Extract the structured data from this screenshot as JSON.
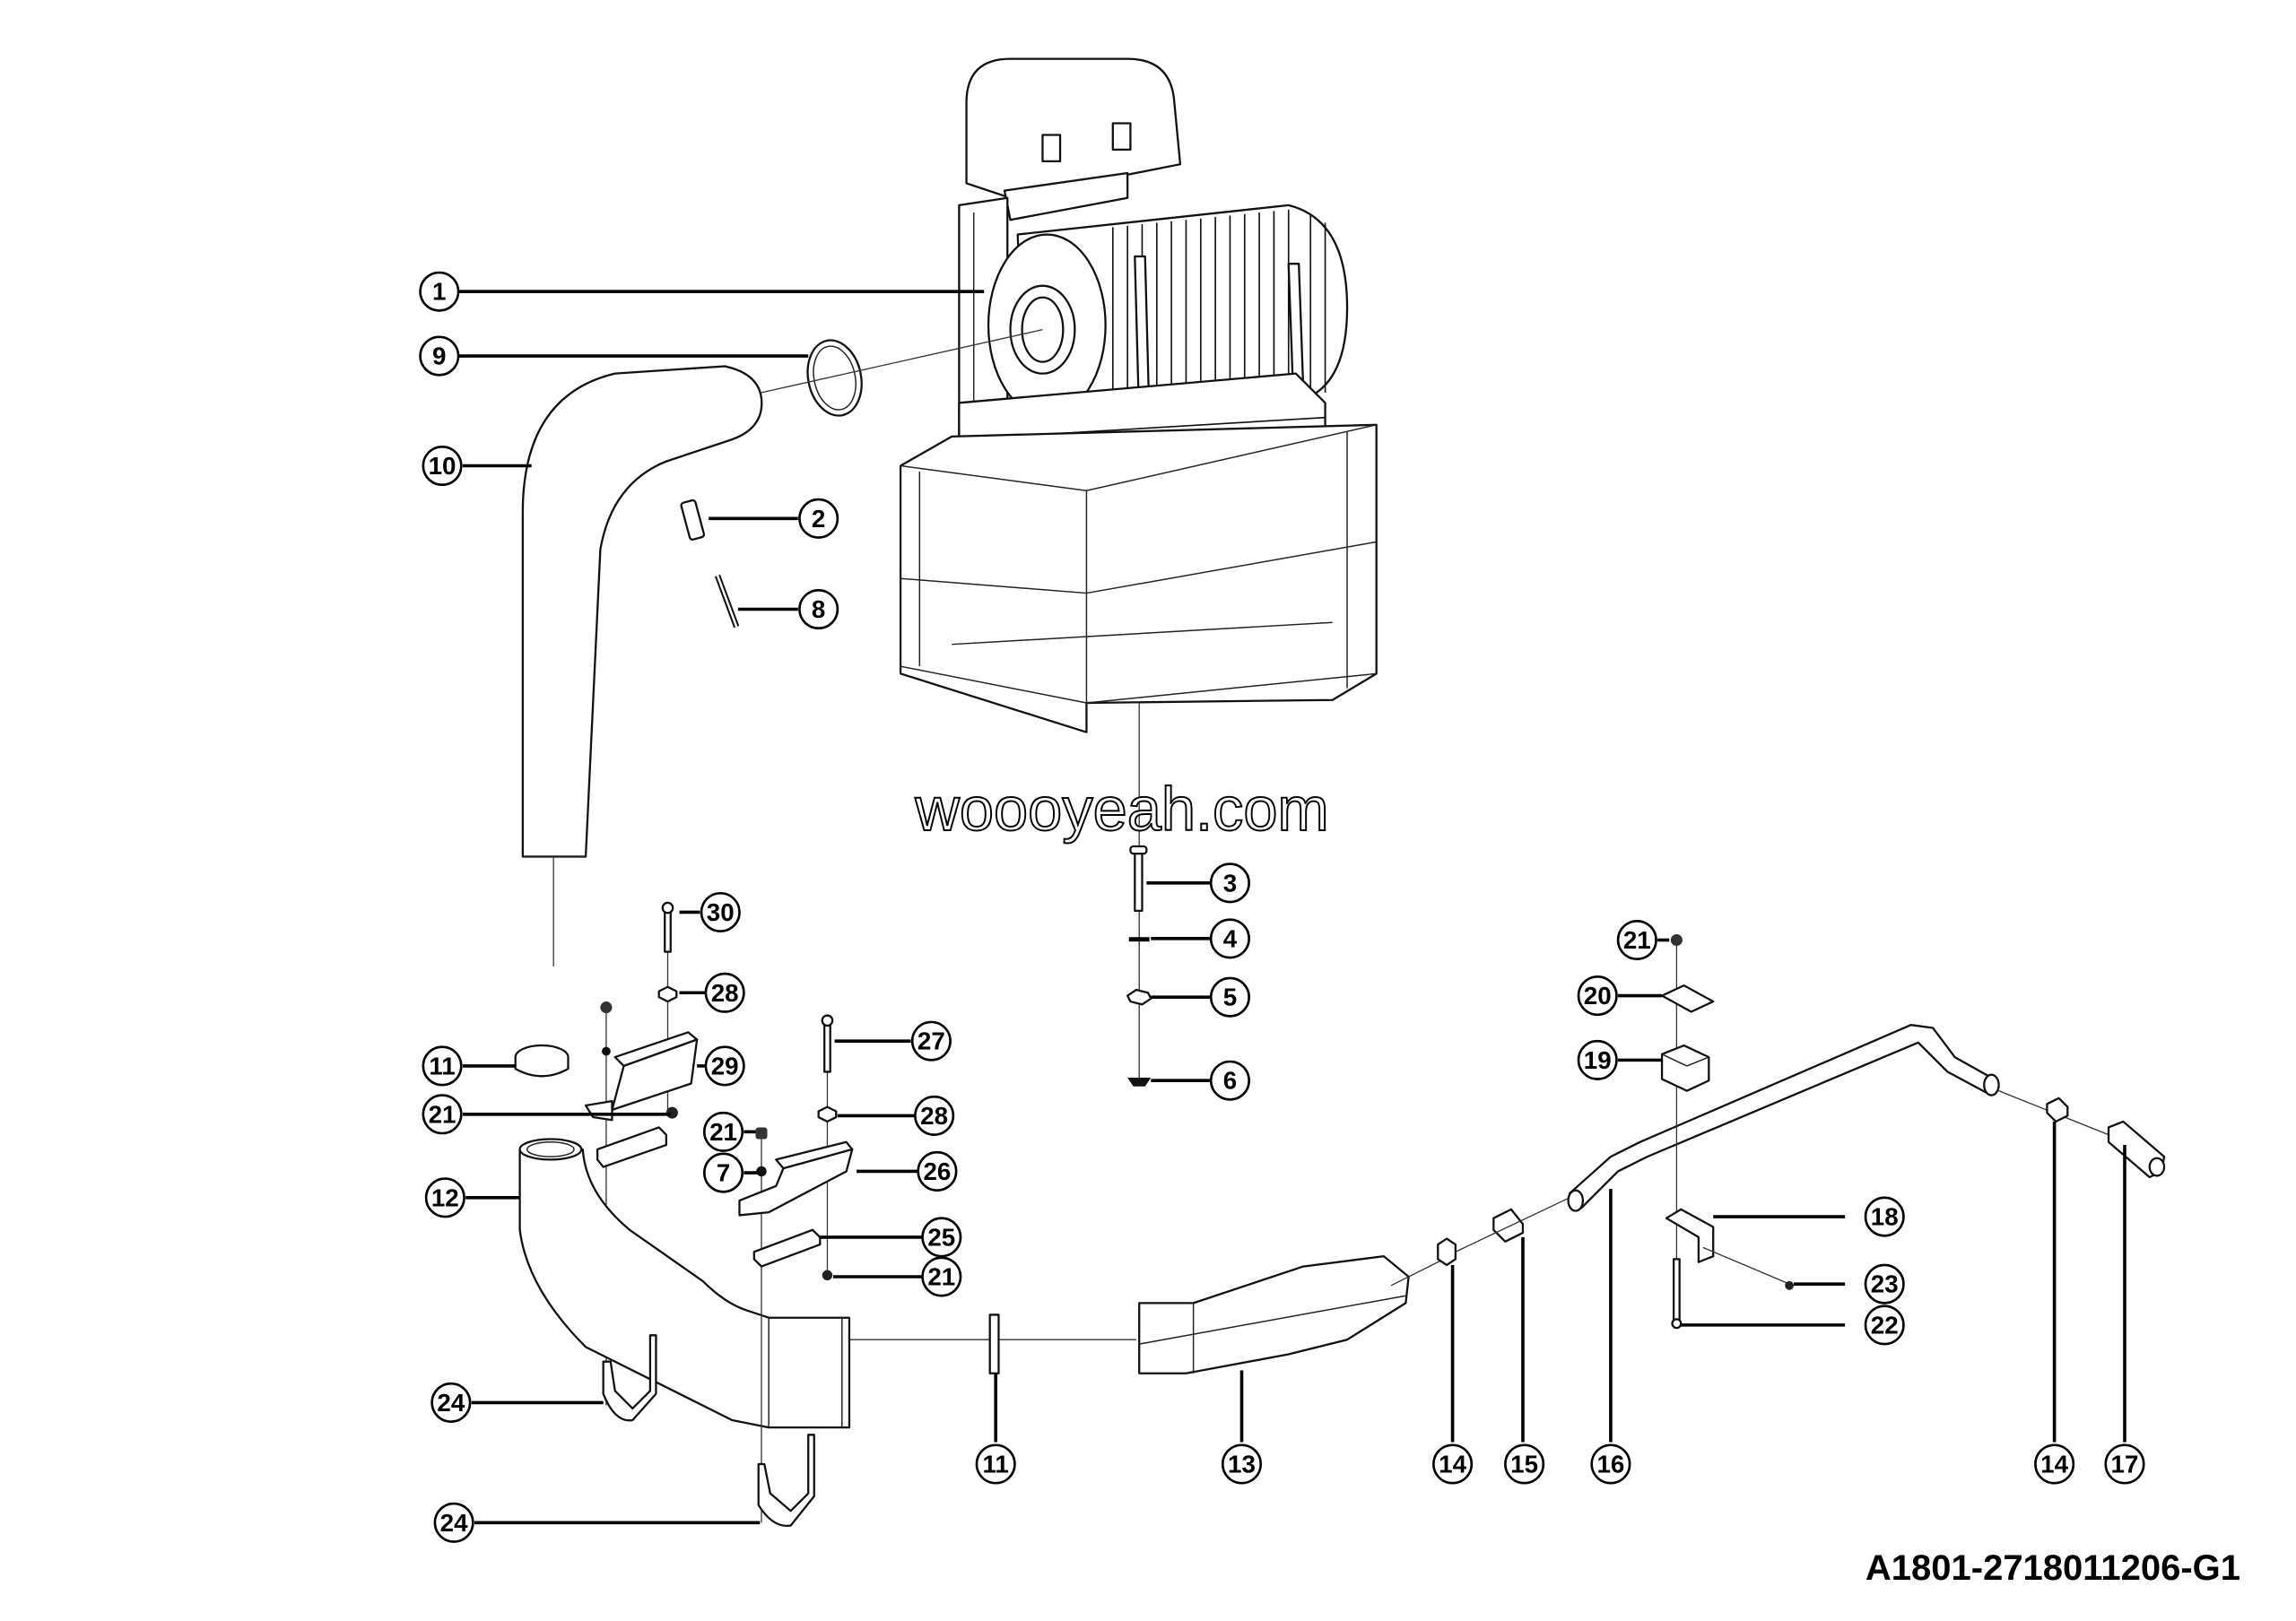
{
  "diagram": {
    "title": "Air intake system exploded parts diagram",
    "drawing_number": "A1801-2718011206-G1",
    "watermark": "woooyeah.com",
    "callouts": [
      {
        "id": "c1",
        "label": "1",
        "part": "air-filter-assembly"
      },
      {
        "id": "c9",
        "label": "9",
        "part": "clamp-ring"
      },
      {
        "id": "c10",
        "label": "10",
        "part": "intake-hose-elbow"
      },
      {
        "id": "c2",
        "label": "2",
        "part": "sensor-fitting"
      },
      {
        "id": "c8",
        "label": "8",
        "part": "pin"
      },
      {
        "id": "c3",
        "label": "3",
        "part": "bolt"
      },
      {
        "id": "c4",
        "label": "4",
        "part": "washer"
      },
      {
        "id": "c5",
        "label": "5",
        "part": "spring-washer"
      },
      {
        "id": "c6",
        "label": "6",
        "part": "nut"
      },
      {
        "id": "c30",
        "label": "30",
        "part": "bolt"
      },
      {
        "id": "c28a",
        "label": "28",
        "part": "washer"
      },
      {
        "id": "c29",
        "label": "29",
        "part": "bracket"
      },
      {
        "id": "c11a",
        "label": "11",
        "part": "hose-clamp"
      },
      {
        "id": "c21a",
        "label": "21",
        "part": "nut"
      },
      {
        "id": "c12",
        "label": "12",
        "part": "intake-pipe"
      },
      {
        "id": "c27",
        "label": "27",
        "part": "bolt"
      },
      {
        "id": "c28b",
        "label": "28",
        "part": "washer"
      },
      {
        "id": "c21b",
        "label": "21",
        "part": "nut"
      },
      {
        "id": "c7",
        "label": "7",
        "part": "washer"
      },
      {
        "id": "c26",
        "label": "26",
        "part": "bracket"
      },
      {
        "id": "c25",
        "label": "25",
        "part": "clamp-plate"
      },
      {
        "id": "c21c",
        "label": "21",
        "part": "nut"
      },
      {
        "id": "c24a",
        "label": "24",
        "part": "u-bolt"
      },
      {
        "id": "c24b",
        "label": "24",
        "part": "u-bolt"
      },
      {
        "id": "c11b",
        "label": "11",
        "part": "hose-clamp"
      },
      {
        "id": "c13",
        "label": "13",
        "part": "rubber-hose"
      },
      {
        "id": "c14a",
        "label": "14",
        "part": "nut"
      },
      {
        "id": "c15",
        "label": "15",
        "part": "fitting"
      },
      {
        "id": "c16",
        "label": "16",
        "part": "tube"
      },
      {
        "id": "c21d",
        "label": "21",
        "part": "nut"
      },
      {
        "id": "c20",
        "label": "20",
        "part": "clamp-cover"
      },
      {
        "id": "c19",
        "label": "19",
        "part": "tube-clamp-block"
      },
      {
        "id": "c18",
        "label": "18",
        "part": "bracket"
      },
      {
        "id": "c23",
        "label": "23",
        "part": "nut"
      },
      {
        "id": "c22",
        "label": "22",
        "part": "bolt"
      },
      {
        "id": "c14b",
        "label": "14",
        "part": "nut"
      },
      {
        "id": "c17",
        "label": "17",
        "part": "connector"
      }
    ]
  }
}
